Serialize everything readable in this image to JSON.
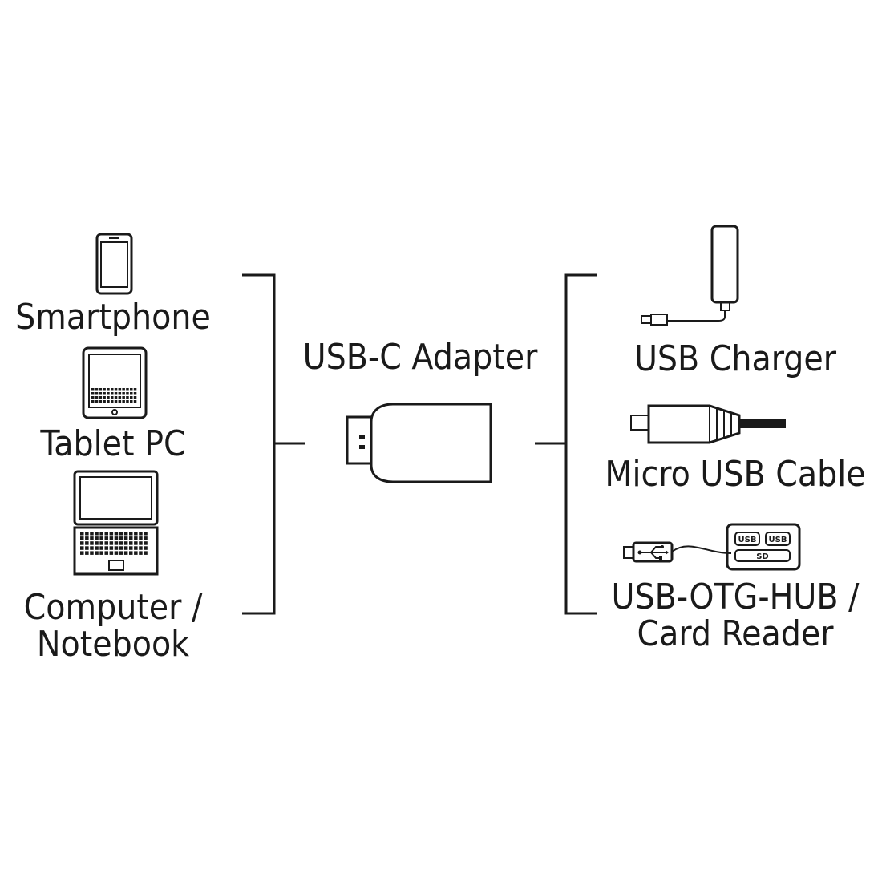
{
  "left": {
    "smartphone": "Smartphone",
    "tablet": "Tablet PC",
    "computer_line1": "Computer /",
    "computer_line2": "Notebook"
  },
  "center": {
    "adapter": "USB-C Adapter"
  },
  "right": {
    "charger": "USB Charger",
    "micro_cable": "Micro USB Cable",
    "otg_line1": "USB-OTG-HUB /",
    "otg_line2": "Card Reader",
    "port_usb_1": "USB",
    "port_usb_2": "USB",
    "port_sd": "SD"
  }
}
